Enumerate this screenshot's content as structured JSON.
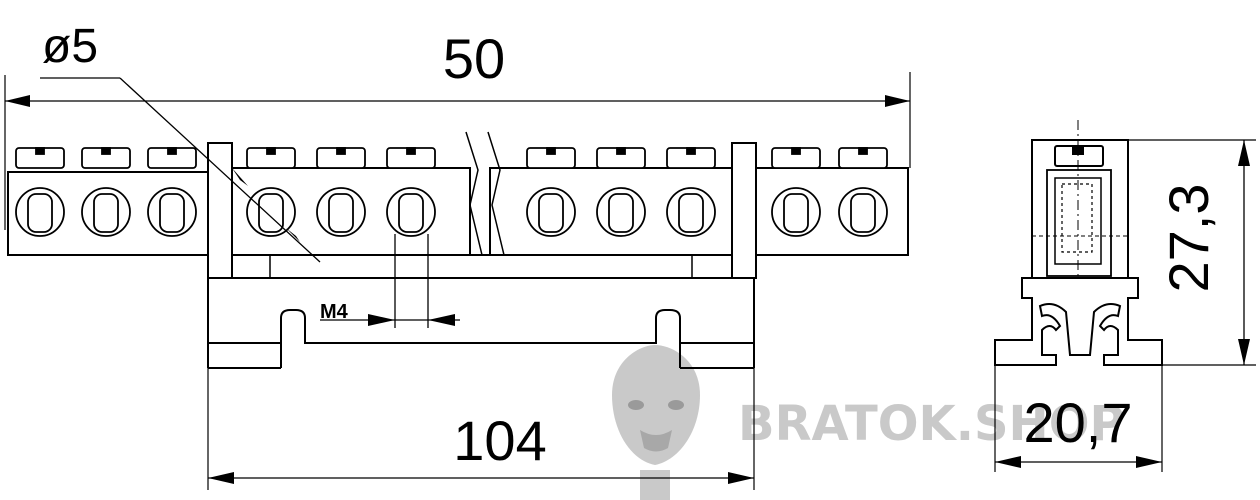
{
  "dimensions": {
    "diameter": "ø5",
    "length_50": "50",
    "thread": "M4",
    "length_104": "104",
    "height": "27,3",
    "width": "20,7"
  },
  "watermark": {
    "text": "BRATOK.SHOP",
    "icon": "gorilla-head-icon",
    "color": "#c9c9c9"
  },
  "colors": {
    "line": "#000000",
    "background": "#ffffff"
  }
}
